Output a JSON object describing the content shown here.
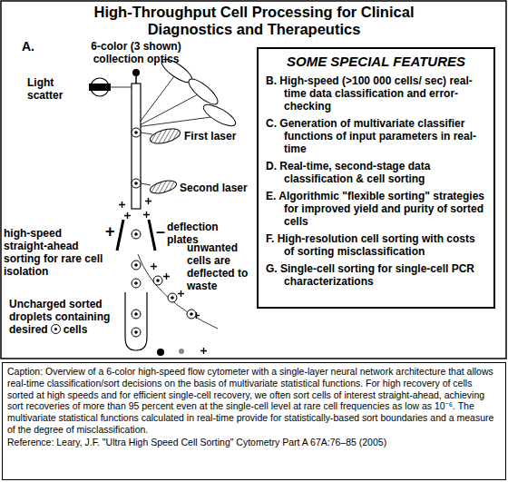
{
  "diagram": {
    "title": "High-Throughput Cell Processing for Clinical Diagnostics and Therapeutics",
    "nodes": [
      {
        "text": [
          "SOME SPECIAL FEATURES",
          "B. High-speed (>100 000 cells/ sec) real-time data classification and error-checking",
          "C. Generation of multivariate classifier functions of input parameters in real-time",
          "D. Real-time, second-stage data classification & cell sorting",
          "E. Algorithmic \"flexible sorting\" strategies for improved yield and purity of sorted cells",
          "F. High-resolution cell sorting with costs of sorting misclassification",
          "G. Single-cell sorting for single-cell PCR characterizations"
        ]
      },
      {
        "text": [
          "Caption: Overview of a 6-color high-speed flow cytometer with a single-layer neural network architecture that allows real-time classification/sort decisions on the basis of multivariate statistical functions. For high recovery of cells sorted at high speeds and for efficient single-cell recovery, we often sort cells of interest straight-ahead, achieving sort recoveries of more than 95 percent even at the single-cell level at rare cell frequencies as low as 10⁻⁶. The multivariate statistical functions calculated in real-time provide for statistically-based sort boundaries and a measure of the degree of misclassification.",
          "Reference: Leary, J.F. \"Ultra High Speed Cell Sorting\" Cytometry Part A 67A:76–85 (2005)"
        ]
      }
    ],
    "labels": [
      "A.",
      "6-color (3 shown) collection optics",
      "Light scatter",
      "First laser",
      "Second laser",
      "high-speed straight-ahead sorting for rare cell isolation",
      "+",
      "deflection plates",
      "–",
      "unwanted cells are deflected to waste",
      "Uncharged sorted droplets containing desired",
      "cells"
    ]
  }
}
